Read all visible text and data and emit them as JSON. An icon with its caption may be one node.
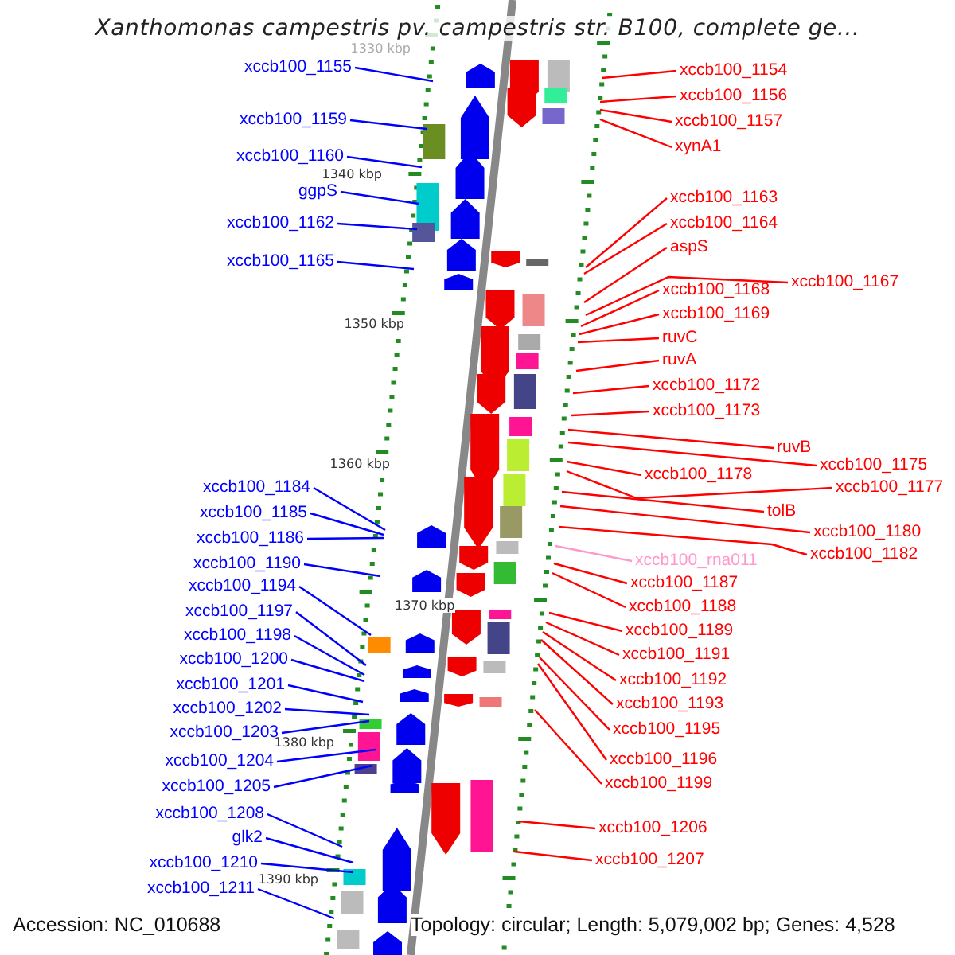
{
  "diagram": {
    "title": "Xanthomonas campestris pv. campestris str. B100, complete ge...",
    "nodes": [
      {
        "text": [
          "xccb100_1155"
        ]
      },
      {
        "text": [
          "xccb100_1159"
        ]
      },
      {
        "text": [
          "xccb100_1160"
        ]
      },
      {
        "text": [
          "ggpS"
        ]
      },
      {
        "text": [
          "xccb100_1162"
        ]
      },
      {
        "text": [
          "xccb100_1165"
        ]
      },
      {
        "text": [
          "xccb100_1184"
        ]
      },
      {
        "text": [
          "xccb100_1185"
        ]
      },
      {
        "text": [
          "xccb100_1186"
        ]
      },
      {
        "text": [
          "xccb100_1190"
        ]
      },
      {
        "text": [
          "xccb100_1194"
        ]
      },
      {
        "text": [
          "xccb100_1197"
        ]
      },
      {
        "text": [
          "xccb100_1198"
        ]
      },
      {
        "text": [
          "xccb100_1200"
        ]
      },
      {
        "text": [
          "xccb100_1201"
        ]
      },
      {
        "text": [
          "xccb100_1202"
        ]
      },
      {
        "text": [
          "xccb100_1203"
        ]
      },
      {
        "text": [
          "xccb100_1204"
        ]
      },
      {
        "text": [
          "xccb100_1205"
        ]
      },
      {
        "text": [
          "xccb100_1208"
        ]
      },
      {
        "text": [
          "glk2"
        ]
      },
      {
        "text": [
          "xccb100_1210"
        ]
      },
      {
        "text": [
          "xccb100_1211"
        ]
      },
      {
        "text": [
          "xccb100_1154"
        ]
      },
      {
        "text": [
          "xccb100_1156"
        ]
      },
      {
        "text": [
          "xccb100_1157"
        ]
      },
      {
        "text": [
          "xynA1"
        ]
      },
      {
        "text": [
          "xccb100_1163"
        ]
      },
      {
        "text": [
          "xccb100_1164"
        ]
      },
      {
        "text": [
          "aspS"
        ]
      },
      {
        "text": [
          "xccb100_1167"
        ]
      },
      {
        "text": [
          "xccb100_1168"
        ]
      },
      {
        "text": [
          "xccb100_1169"
        ]
      },
      {
        "text": [
          "ruvC"
        ]
      },
      {
        "text": [
          "ruvA"
        ]
      },
      {
        "text": [
          "xccb100_1172"
        ]
      },
      {
        "text": [
          "xccb100_1173"
        ]
      },
      {
        "text": [
          "ruvB"
        ]
      },
      {
        "text": [
          "xccb100_1175"
        ]
      },
      {
        "text": [
          "xccb100_1178"
        ]
      },
      {
        "text": [
          "xccb100_1177"
        ]
      },
      {
        "text": [
          "tolB"
        ]
      },
      {
        "text": [
          "xccb100_1180"
        ]
      },
      {
        "text": [
          "xccb100_1182"
        ]
      },
      {
        "text": [
          "xccb100_rna011"
        ]
      },
      {
        "text": [
          "xccb100_1187"
        ]
      },
      {
        "text": [
          "xccb100_1188"
        ]
      },
      {
        "text": [
          "xccb100_1189"
        ]
      },
      {
        "text": [
          "xccb100_1191"
        ]
      },
      {
        "text": [
          "xccb100_1192"
        ]
      },
      {
        "text": [
          "xccb100_1193"
        ]
      },
      {
        "text": [
          "xccb100_1195"
        ]
      },
      {
        "text": [
          "xccb100_1196"
        ]
      },
      {
        "text": [
          "xccb100_1199"
        ]
      },
      {
        "text": [
          "xccb100_1206"
        ]
      },
      {
        "text": [
          "xccb100_1207"
        ]
      }
    ],
    "edges": [
      {
        "from": 0,
        "to": null,
        "arrow": "none",
        "color": "#0000ff"
      },
      {
        "from": 1,
        "to": null,
        "arrow": "none",
        "color": "#0000ff"
      },
      {
        "from": 2,
        "to": null,
        "arrow": "none",
        "color": "#0000ff"
      },
      {
        "from": 3,
        "to": null,
        "arrow": "none",
        "color": "#0000ff"
      },
      {
        "from": 4,
        "to": null,
        "arrow": "none",
        "color": "#0000ff"
      },
      {
        "from": 5,
        "to": null,
        "arrow": "none",
        "color": "#0000ff"
      },
      {
        "from": 6,
        "to": null,
        "arrow": "none",
        "color": "#0000ff"
      },
      {
        "from": 7,
        "to": null,
        "arrow": "none",
        "color": "#0000ff"
      },
      {
        "from": 8,
        "to": null,
        "arrow": "none",
        "color": "#0000ff"
      },
      {
        "from": 9,
        "to": null,
        "arrow": "none",
        "color": "#0000ff"
      },
      {
        "from": 10,
        "to": null,
        "arrow": "none",
        "color": "#0000ff"
      },
      {
        "from": 11,
        "to": null,
        "arrow": "none",
        "color": "#0000ff"
      },
      {
        "from": 12,
        "to": null,
        "arrow": "none",
        "color": "#0000ff"
      },
      {
        "from": 13,
        "to": null,
        "arrow": "none",
        "color": "#0000ff"
      },
      {
        "from": 14,
        "to": null,
        "arrow": "none",
        "color": "#0000ff"
      },
      {
        "from": 15,
        "to": null,
        "arrow": "none",
        "color": "#0000ff"
      },
      {
        "from": 16,
        "to": null,
        "arrow": "none",
        "color": "#0000ff"
      },
      {
        "from": 17,
        "to": null,
        "arrow": "none",
        "color": "#0000ff"
      },
      {
        "from": 18,
        "to": null,
        "arrow": "none",
        "color": "#0000ff"
      },
      {
        "from": 19,
        "to": null,
        "arrow": "none",
        "color": "#0000ff"
      },
      {
        "from": 20,
        "to": null,
        "arrow": "none",
        "color": "#0000ff"
      },
      {
        "from": 21,
        "to": null,
        "arrow": "none",
        "color": "#0000ff"
      },
      {
        "from": 22,
        "to": null,
        "arrow": "none",
        "color": "#0000ff"
      },
      {
        "from": 23,
        "to": null,
        "arrow": "none"
      },
      {
        "from": 24,
        "to": null,
        "arrow": "none"
      },
      {
        "from": 25,
        "to": null,
        "arrow": "none"
      },
      {
        "from": 26,
        "to": null,
        "arrow": "none"
      },
      {
        "from": 27,
        "to": null,
        "arrow": "none"
      },
      {
        "from": 28,
        "to": null,
        "arrow": "none"
      },
      {
        "from": 29,
        "to": null,
        "arrow": "none"
      },
      {
        "from": 30,
        "to": null,
        "arrow": "none"
      },
      {
        "from": 31,
        "to": null,
        "arrow": "none"
      },
      {
        "from": 32,
        "to": null,
        "arrow": "none"
      },
      {
        "from": 33,
        "to": null,
        "arrow": "none"
      },
      {
        "from": 34,
        "to": null,
        "arrow": "none"
      },
      {
        "from": 35,
        "to": null,
        "arrow": "none"
      },
      {
        "from": 36,
        "to": null,
        "arrow": "none"
      },
      {
        "from": 37,
        "to": null,
        "arrow": "none"
      },
      {
        "from": 38,
        "to": null,
        "arrow": "none"
      },
      {
        "from": 39,
        "to": null,
        "arrow": "none"
      },
      {
        "from": 40,
        "to": null,
        "arrow": "none"
      },
      {
        "from": 41,
        "to": null,
        "arrow": "none"
      },
      {
        "from": 42,
        "to": null,
        "arrow": "none"
      },
      {
        "from": 43,
        "to": null,
        "arrow": "none"
      },
      {
        "from": 44,
        "to": null,
        "arrow": "none",
        "color": "#ff99cc"
      },
      {
        "from": 45,
        "to": null,
        "arrow": "none"
      },
      {
        "from": 46,
        "to": null,
        "arrow": "none"
      },
      {
        "from": 47,
        "to": null,
        "arrow": "none"
      },
      {
        "from": 48,
        "to": null,
        "arrow": "none"
      },
      {
        "from": 49,
        "to": null,
        "arrow": "none"
      },
      {
        "from": 50,
        "to": null,
        "arrow": "none"
      },
      {
        "from": 51,
        "to": null,
        "arrow": "none"
      },
      {
        "from": 52,
        "to": null,
        "arrow": "none"
      },
      {
        "from": 53,
        "to": null,
        "arrow": "none"
      },
      {
        "from": 54,
        "to": null,
        "arrow": "none"
      },
      {
        "from": 55,
        "to": null,
        "arrow": "none"
      }
    ],
    "labels": [
      "1330 kbp",
      "1340 kbp",
      "1350 kbp",
      "1360 kbp",
      "1370 kbp",
      "1380 kbp",
      "1390 kbp",
      "Accession: NC_010688",
      "Topology: circular; Length: 5,079,002 bp; Genes: 4,528"
    ]
  }
}
